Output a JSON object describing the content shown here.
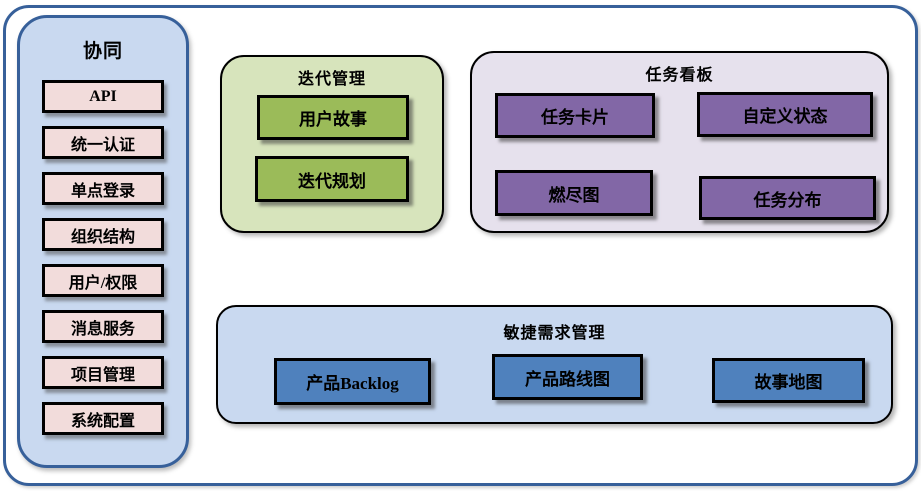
{
  "colors": {
    "frame_border": "#37609a",
    "panel_light_blue": "#c9d9f0",
    "item_pink": "#f2dcdb",
    "group_light_green": "#d7e4bc",
    "item_green": "#9bbb59",
    "group_light_purple": "#e6e1ed",
    "item_purple": "#8267a6",
    "item_blue": "#4f81bd",
    "item_border": "#000000",
    "text": "#000000"
  },
  "sidebar": {
    "title": "协同",
    "items": [
      "API",
      "统一认证",
      "单点登录",
      "组织结构",
      "用户/权限",
      "消息服务",
      "项目管理",
      "系统配置"
    ]
  },
  "iteration": {
    "title": "迭代管理",
    "items": [
      "用户故事",
      "迭代规划"
    ]
  },
  "kanban": {
    "title": "任务看板",
    "items": [
      "任务卡片",
      "自定义状态",
      "燃尽图",
      "任务分布"
    ]
  },
  "agile": {
    "title": "敏捷需求管理",
    "items": [
      "产品Backlog",
      "产品路线图",
      "故事地图"
    ]
  }
}
